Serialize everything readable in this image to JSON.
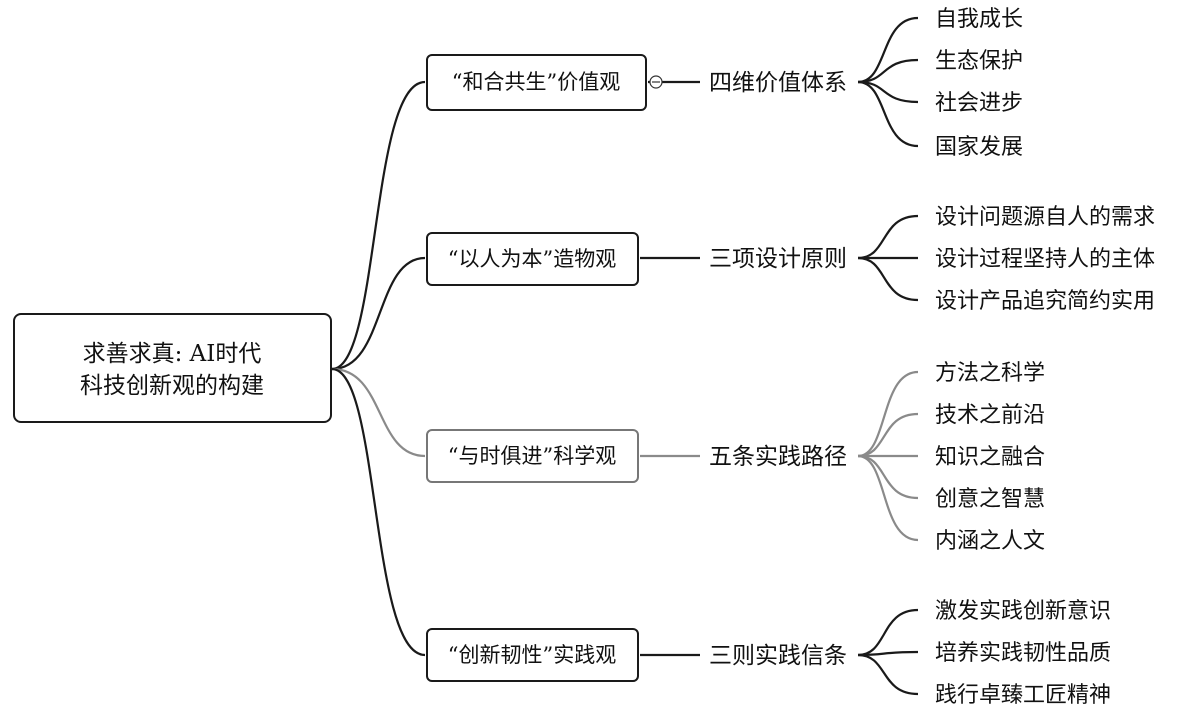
{
  "root": {
    "line1": "求善求真: AI时代",
    "line2": "科技创新观的构建"
  },
  "branches": [
    {
      "label": "“和合共生”价值观",
      "summary": "四维价值体系",
      "items": [
        "自我成长",
        "生态保护",
        "社会进步",
        "国家发展"
      ]
    },
    {
      "label": "“以人为本”造物观",
      "summary": "三项设计原则",
      "items": [
        "设计问题源自人的需求",
        "设计过程坚持人的主体",
        "设计产品追究简约实用"
      ]
    },
    {
      "label": "“与时俱进”科学观",
      "summary": "五条实践路径",
      "items": [
        "方法之科学",
        "技术之前沿",
        "知识之融合",
        "创意之智慧",
        "内涵之人文"
      ]
    },
    {
      "label": "“创新韧性”实践观",
      "summary": "三则实践信条",
      "items": [
        "激发实践创新意识",
        "培养实践韧性品质",
        "践行卓臻工匠精神"
      ]
    }
  ],
  "colors": {
    "line": "#1a1a1a",
    "line_muted": "#8a8a8a",
    "text": "#111111",
    "background": "#ffffff"
  }
}
